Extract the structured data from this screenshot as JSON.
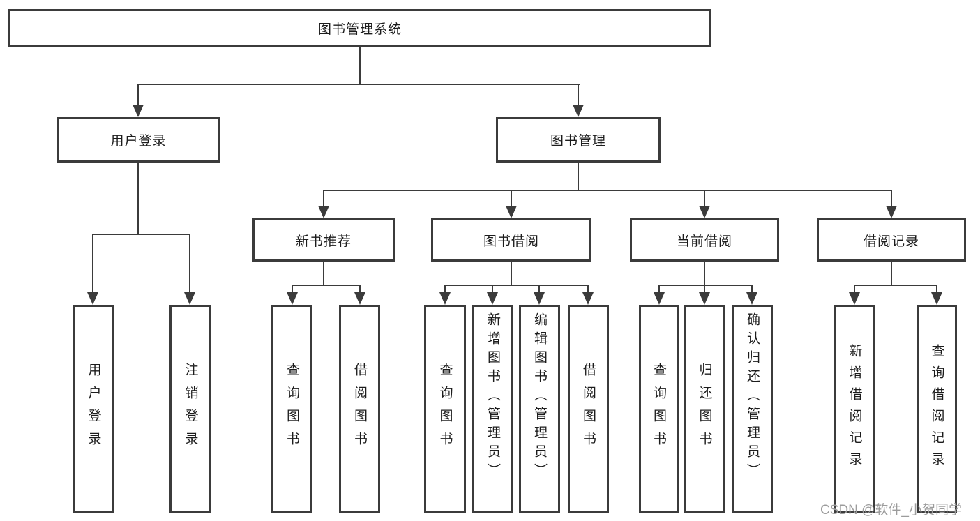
{
  "tree": {
    "root": "图书管理系统",
    "level2": [
      "用户登录",
      "图书管理"
    ],
    "level3": [
      "新书推荐",
      "图书借阅",
      "当前借阅",
      "借阅记录"
    ],
    "leaves": {
      "login": [
        "用户登录",
        "注销登录"
      ],
      "recommend": [
        "查询图书",
        "借阅图书"
      ],
      "borrow": [
        "查询图书",
        "新增图书（管理员）",
        "编辑图书（管理员）",
        "借阅图书"
      ],
      "current": [
        "查询图书",
        "归还图书",
        "确认归还（管理员）"
      ],
      "records": [
        "新增借阅记录",
        "查询借阅记录"
      ]
    }
  },
  "watermark": {
    "text": "CSDN @软件_小贺同学"
  },
  "colors": {
    "line": "#3b3b3b",
    "text": "#1c1c1c",
    "watermark": "#9c9c9c",
    "background": "#ffffff"
  }
}
